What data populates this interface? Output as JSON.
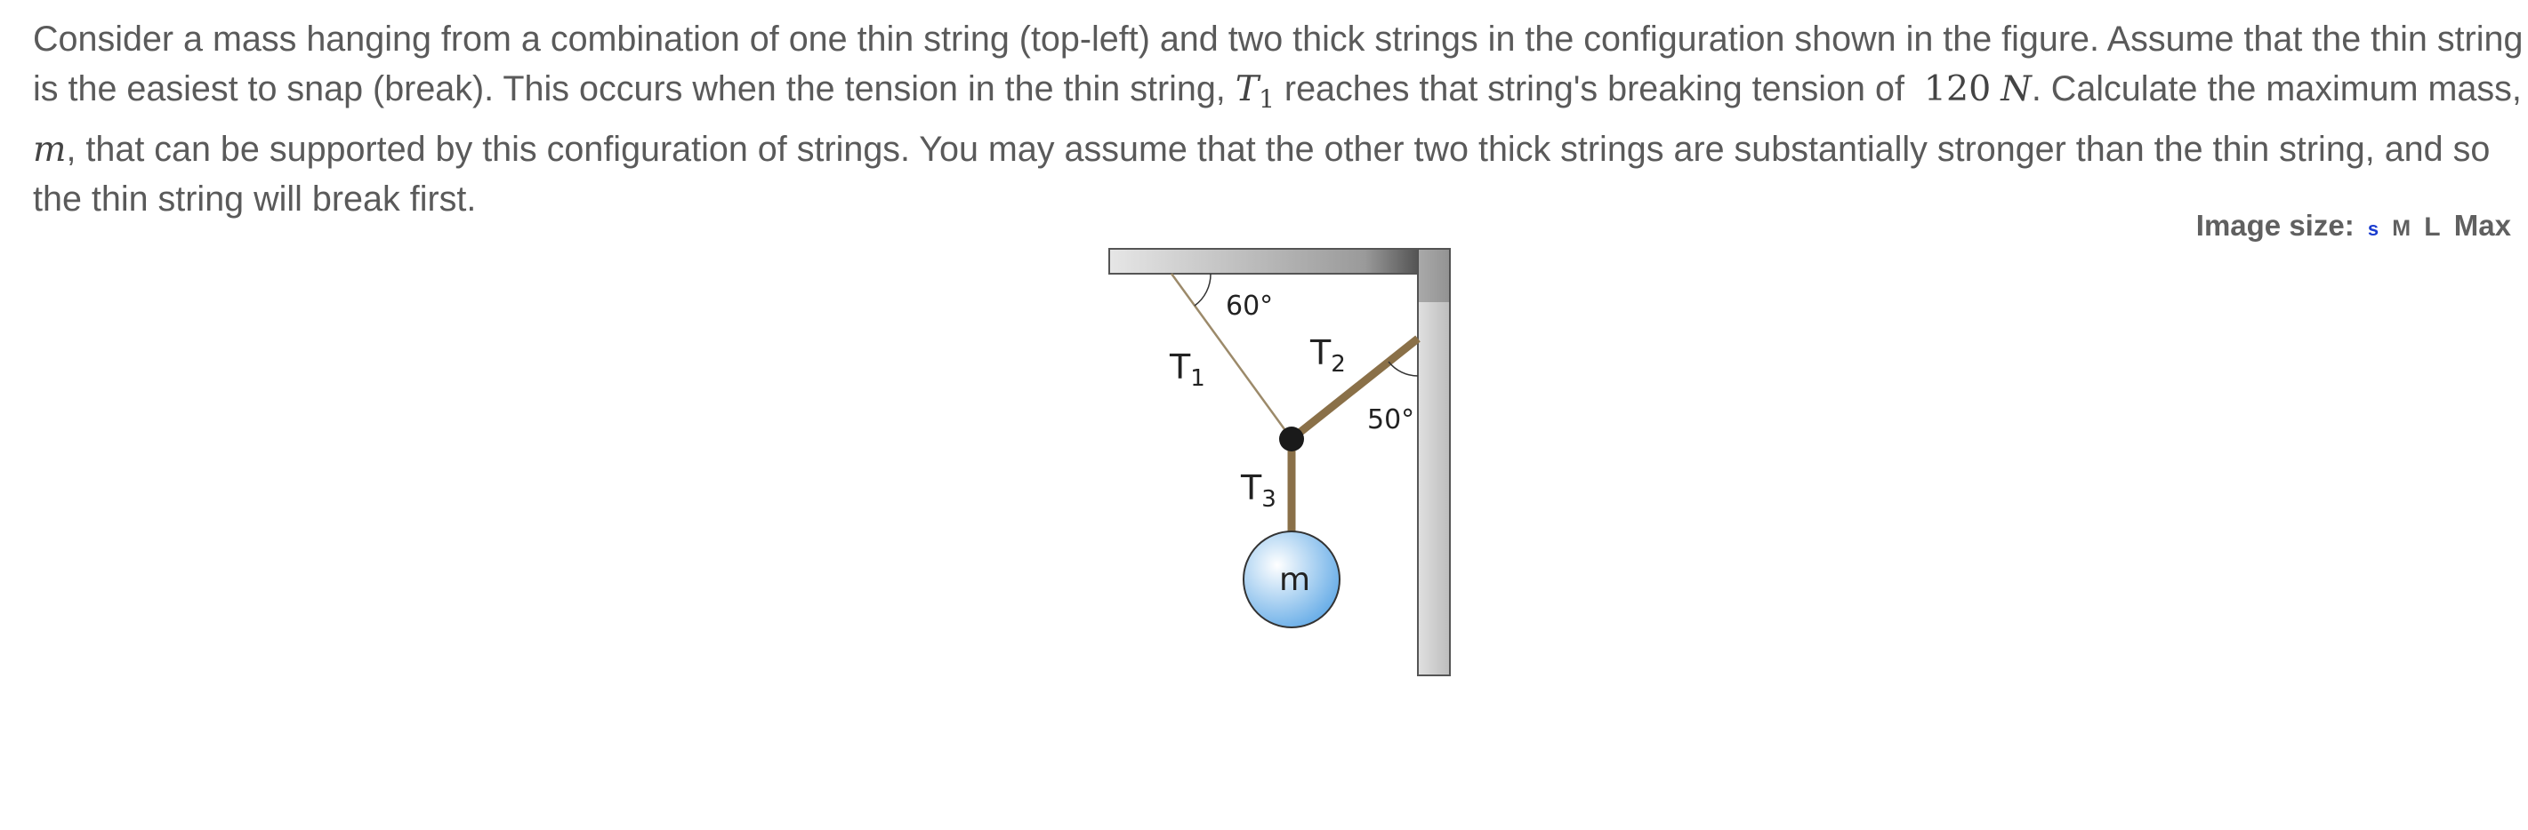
{
  "problem": {
    "part1": "Consider a mass hanging from a combination of one thin string (top-left) and two thick strings in the configuration shown in the figure.  Assume that the thin string is the easiest to snap (break).  This occurs when the tension in the thin string, ",
    "t1_symbol": "T",
    "t1_sub": "1",
    "part2": " reaches that string's breaking tension of ",
    "tension_value": "120",
    "tension_unit": "N",
    "part3": ". Calculate the maximum mass, ",
    "mass_symbol": "m",
    "part4": ", that can be supported by this configuration of strings.  You may assume that the other two thick strings are substantially stronger than the thin string, and so the thin string will break first."
  },
  "image_size": {
    "label": "Image size:",
    "options": [
      "s",
      "M",
      "L",
      "Max"
    ]
  },
  "figure": {
    "angle1": "60°",
    "angle2": "50°",
    "t1": "T",
    "t1_sub": "1",
    "t2": "T",
    "t2_sub": "2",
    "t3": "T",
    "t3_sub": "3",
    "mass": "m"
  },
  "colors": {
    "thin_string": "#9c8a6a",
    "thick_string": "#8a7048",
    "mass_fill": "#5fa8e6",
    "ceiling": "#c8c8c8",
    "knot": "#1a1a1a",
    "link": "#1a3ccf"
  }
}
